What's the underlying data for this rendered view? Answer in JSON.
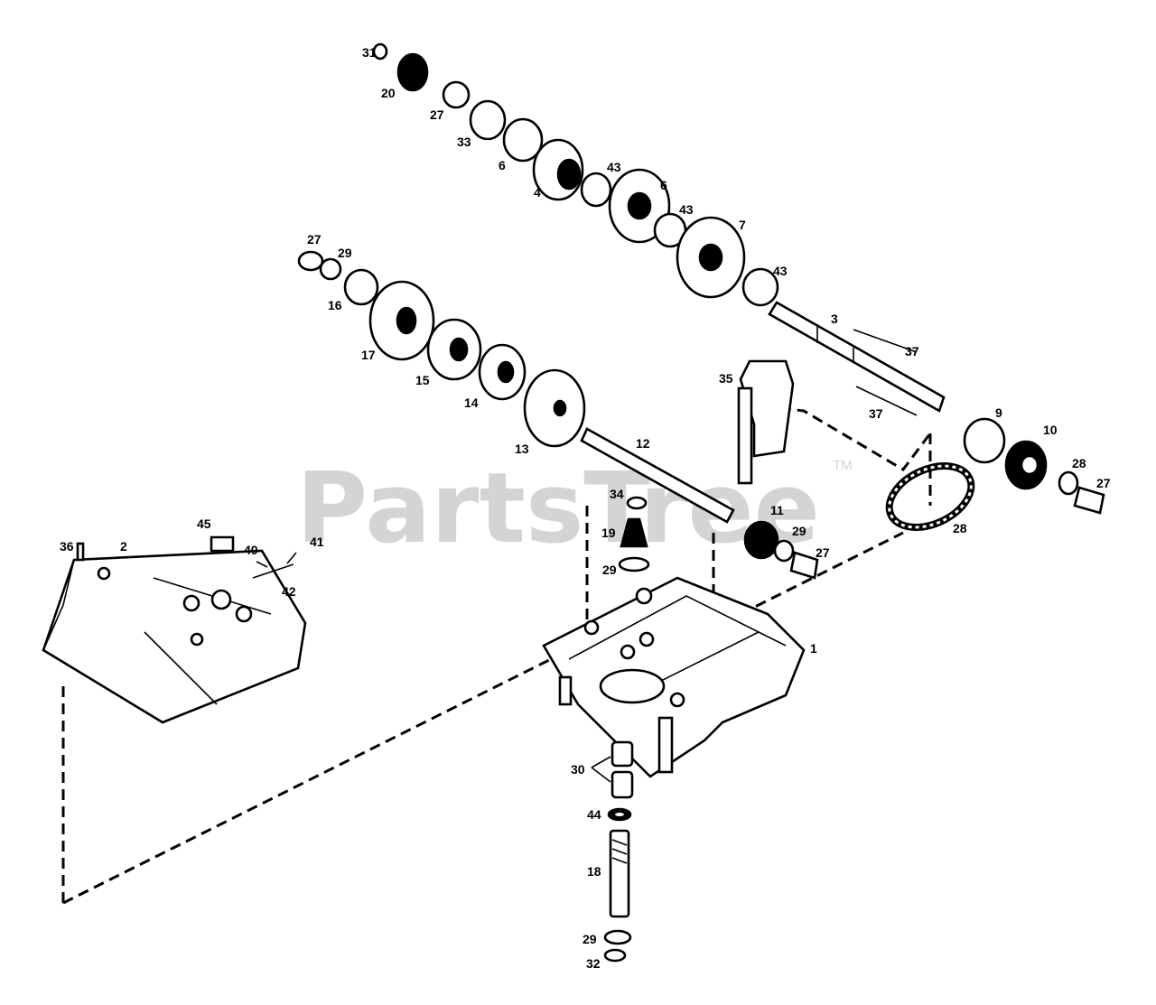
{
  "watermark": {
    "text": "PartsTree",
    "tm": "TM"
  },
  "labels": [
    {
      "id": "31",
      "text": "31"
    },
    {
      "id": "20",
      "text": "20"
    },
    {
      "id": "27a",
      "text": "27"
    },
    {
      "id": "33",
      "text": "33"
    },
    {
      "id": "6a",
      "text": "6"
    },
    {
      "id": "4",
      "text": "4"
    },
    {
      "id": "43a",
      "text": "43"
    },
    {
      "id": "6b",
      "text": "6"
    },
    {
      "id": "43b",
      "text": "43"
    },
    {
      "id": "7",
      "text": "7"
    },
    {
      "id": "43c",
      "text": "43"
    },
    {
      "id": "27b",
      "text": "27"
    },
    {
      "id": "29a",
      "text": "29"
    },
    {
      "id": "16",
      "text": "16"
    },
    {
      "id": "17",
      "text": "17"
    },
    {
      "id": "15",
      "text": "15"
    },
    {
      "id": "14",
      "text": "14"
    },
    {
      "id": "13",
      "text": "13"
    },
    {
      "id": "12",
      "text": "12"
    },
    {
      "id": "3",
      "text": "3"
    },
    {
      "id": "37a",
      "text": "37"
    },
    {
      "id": "37b",
      "text": "37"
    },
    {
      "id": "35",
      "text": "35"
    },
    {
      "id": "9",
      "text": "9"
    },
    {
      "id": "10",
      "text": "10"
    },
    {
      "id": "28a",
      "text": "28"
    },
    {
      "id": "27c",
      "text": "27"
    },
    {
      "id": "28b",
      "text": "28"
    },
    {
      "id": "34",
      "text": "34"
    },
    {
      "id": "19",
      "text": "19"
    },
    {
      "id": "29b",
      "text": "29"
    },
    {
      "id": "11",
      "text": "11"
    },
    {
      "id": "29c",
      "text": "29"
    },
    {
      "id": "27d",
      "text": "27"
    },
    {
      "id": "36",
      "text": "36"
    },
    {
      "id": "2",
      "text": "2"
    },
    {
      "id": "45",
      "text": "45"
    },
    {
      "id": "40",
      "text": "40"
    },
    {
      "id": "41",
      "text": "41"
    },
    {
      "id": "42",
      "text": "42"
    },
    {
      "id": "1",
      "text": "1"
    },
    {
      "id": "30",
      "text": "30"
    },
    {
      "id": "44",
      "text": "44"
    },
    {
      "id": "18",
      "text": "18"
    },
    {
      "id": "29d",
      "text": "29"
    },
    {
      "id": "32",
      "text": "32"
    }
  ]
}
